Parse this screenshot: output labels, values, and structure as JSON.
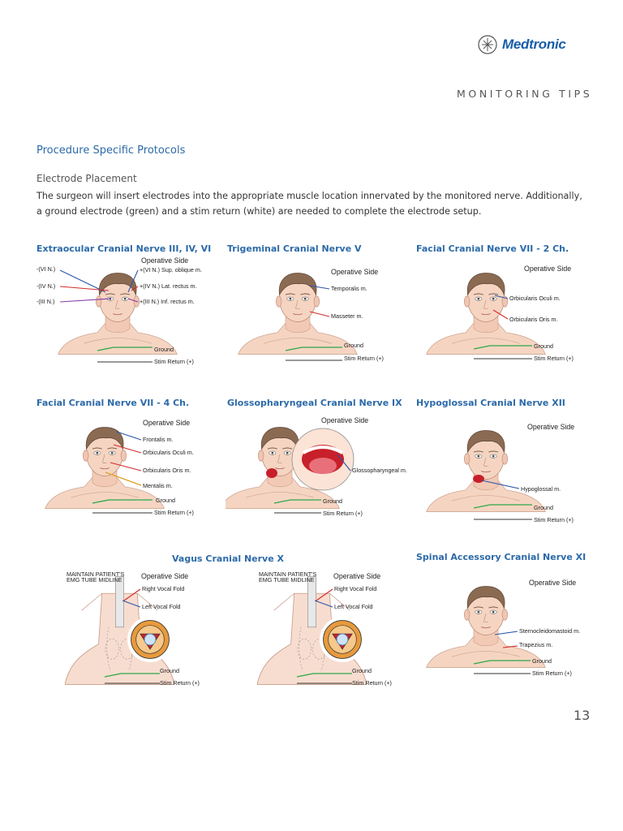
{
  "brand": {
    "name": "Medtronic"
  },
  "header": {
    "section": "MONITORING TIPS"
  },
  "content": {
    "title": "Procedure Specific Protocols",
    "subtitle": "Electrode Placement",
    "intro": "The surgeon will insert electrodes into the appropriate muscle location innervated by the monitored nerve. Additionally, a ground electrode (green) and a stim return (white) are needed to complete the electrode setup."
  },
  "common": {
    "operative_side": "Operative Side",
    "ground": "Ground",
    "stim_return": "Stim Return (+)"
  },
  "panels": {
    "extraocular": {
      "title": "Extraocular Cranial Nerve III, IV, VI",
      "left_labels": [
        "-(VI N.)",
        "-(IV N.)",
        "-(III N.)"
      ],
      "right_labels": [
        "+(VI N.) Sup. oblique m.",
        "+(IV N.) Lat. rectus m.",
        "+(III N.) Inf. rectus m."
      ]
    },
    "trigeminal": {
      "title": "Trigeminal Cranial Nerve V",
      "labels": [
        "Temporalis m.",
        "Masseter m."
      ]
    },
    "facial2": {
      "title": "Facial Cranial Nerve VII - 2 Ch.",
      "labels": [
        "Orbicularis Oculi m.",
        "Orbicularis Oris m."
      ]
    },
    "facial4": {
      "title": "Facial Cranial Nerve VII - 4 Ch.",
      "labels": [
        "Frontalis m.",
        "Orbicularis Oculi m.",
        "Orbicularis Oris m.",
        "Mentalis m."
      ]
    },
    "glosso": {
      "title": "Glossopharyngeal Cranial Nerve IX",
      "labels": [
        "Glossopharyngeal m."
      ]
    },
    "hypoglossal": {
      "title": "Hypoglossal Cranial Nerve XII",
      "labels": [
        "Hypoglossal m."
      ]
    },
    "vagus": {
      "title": "Vagus Cranial Nerve X",
      "maintain": [
        "MAINTAIN PATIENT'S",
        "EMG TUBE MIDLINE"
      ],
      "labels": [
        "Right Vocal Fold",
        "Left Vocal Fold"
      ]
    },
    "spinal": {
      "title": "Spinal Accessory Cranial Nerve XI",
      "labels": [
        "Sternocleidomastoid m.",
        "Trapezius m."
      ]
    }
  },
  "footer": {
    "page_number": "13"
  },
  "colors": {
    "accent": "#2c6aa8",
    "brand": "#1a5ea8",
    "ground": "#2ea84a",
    "red": "#d42a2a",
    "blue": "#2a56a8",
    "purple": "#8a3aa8",
    "orange": "#e0a020",
    "skin": "#f5d5c2",
    "hair": "#8b6a52"
  }
}
